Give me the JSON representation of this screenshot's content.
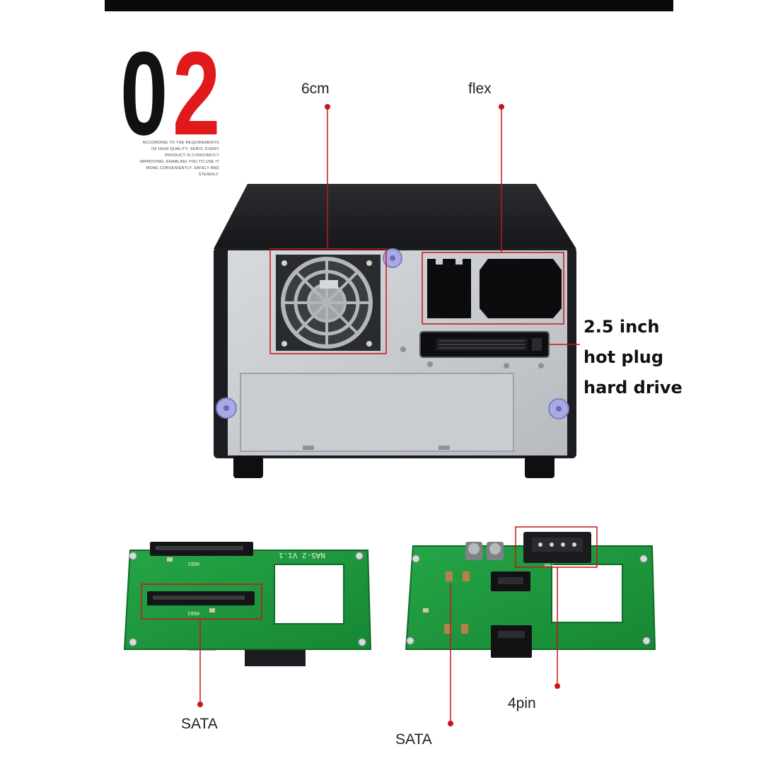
{
  "header": {
    "number_first": "0",
    "number_second": "2",
    "tagline_lines": [
      "ACCORDING TO THE REQUIREMENTS",
      "OF HIGH QUALITY, SEIKO, EVERY",
      "PRODUCT IS CONSTANTLY",
      "IMPROVING, ENABLING YOU TO USE IT",
      "MORE CONVENIENTLY, SAFELY AND",
      "STEADILY."
    ]
  },
  "callouts": {
    "fan": "6cm",
    "psu": "flex",
    "drive_line1": "2.5 inch",
    "drive_line2": "hot plug",
    "drive_line3": "hard drive",
    "board_left_sata": "SATA",
    "board_right_sata": "SATA",
    "board_right_power": "4pin"
  },
  "board_left": {
    "silk_top": "NAS-2 V1.1",
    "silk_hdd1": "HDD1",
    "silk_hdd2": "HDD2"
  },
  "board_right": {
    "silk_pwr": "PWR"
  },
  "colors": {
    "accent": "#e0191b",
    "callout_line": "#c8141a",
    "pcb": "#1f9a3e",
    "chassis": "#1c1d20"
  }
}
